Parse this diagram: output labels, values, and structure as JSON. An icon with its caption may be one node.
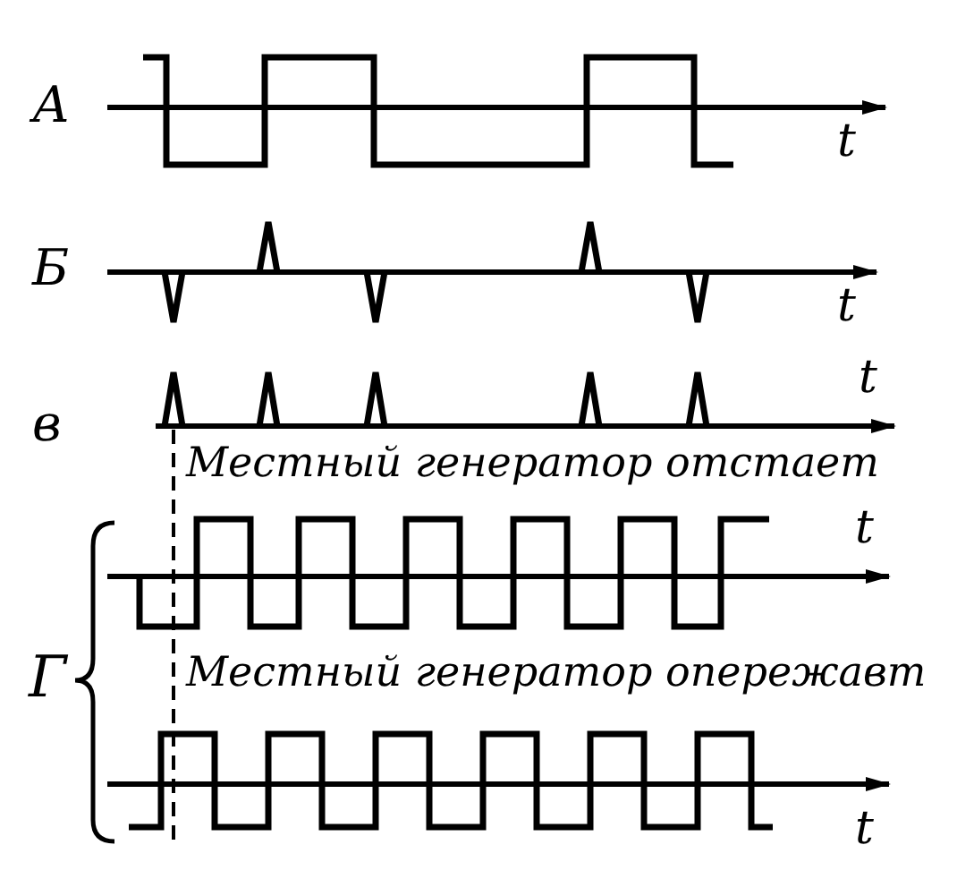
{
  "diagram": {
    "labels": [
      "А",
      "t",
      "Б",
      "t",
      "в",
      "t",
      "Местный генератор отстает",
      "t",
      "Г",
      "Местный генератор опережавт",
      "t"
    ]
  }
}
